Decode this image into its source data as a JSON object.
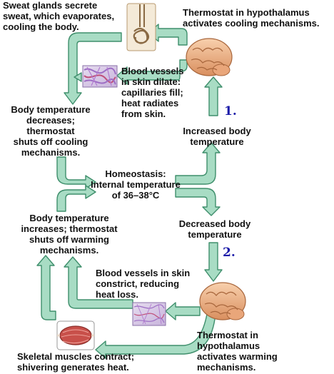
{
  "cooling": {
    "sweat_glands": [
      "Sweat glands secrete",
      "sweat, which evaporates,",
      "cooling the body."
    ],
    "thermostat": [
      "Thermostat in hypothalamus",
      "activates cooling mechanisms."
    ],
    "vessels_dilate": [
      "Blood vessels",
      "in skin dilate:",
      "capillaries fill;",
      "heat radiates",
      "from skin."
    ],
    "decrease": [
      "Body temperature",
      "decreases;",
      "thermostat",
      "shuts off cooling",
      "mechanisms."
    ],
    "stimulus": [
      "Increased body",
      "temperature"
    ],
    "step_number": "1."
  },
  "homeostasis": [
    "Homeostasis:",
    "Internal temperature",
    "of 36–38°C"
  ],
  "warming": {
    "stimulus": [
      "Decreased body",
      "temperature"
    ],
    "step_number": "2.",
    "increase": [
      "Body temperature",
      "increases; thermostat",
      "shuts off warming",
      "mechanisms."
    ],
    "vessels_constrict": [
      "Blood vessels in skin",
      "constrict, reducing",
      "heat loss."
    ],
    "thermostat": [
      "Thermostat in",
      "hypothalamus",
      "activates warming",
      "mechanisms."
    ],
    "muscles": [
      "Skeletal muscles contract;",
      "shivering generates heat."
    ]
  },
  "colors": {
    "arrow_fill": "#a8dcc4",
    "arrow_stroke": "#3f8f6c",
    "brain": "#f2b88c",
    "brain_stroke": "#a8663c",
    "skin_vessels": "#9c6cc4",
    "muscle": "#c8504a",
    "label_number": "#1a1aa8"
  }
}
